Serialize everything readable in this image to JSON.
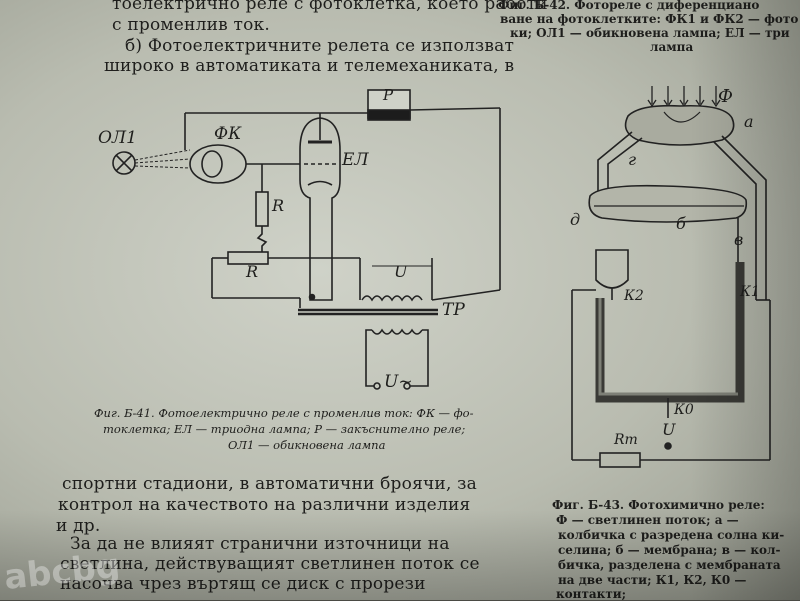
{
  "left_column": {
    "top_lines": [
      "тоелектрично реле с фотоклетка, което работи",
      "с променлив ток.",
      "б) Фотоелектричните релета се използват",
      "широко в автоматиката и телемеханиката, в"
    ],
    "bottom_lines": [
      "спортни стадиони, в автоматични броячи, за",
      "контрол на качеството на различни изделия",
      "и др.",
      "За да не влияят странични източници на",
      "светлина, действуващият светлинен поток се",
      "насочва чрез въртящ се диск с прорези"
    ]
  },
  "right_column": {
    "top_lines": [
      "Фиг. Б-42. Фоторелe с диференциано",
      "ване на фотоклетките: ФК1 и ФК2 — фото",
      "ки; ОЛ1 — обикновена лампа; ЕЛ — три",
      "лампа"
    ]
  },
  "figure_b41": {
    "labels": {
      "ol": "ОЛ1",
      "fk": "ФК",
      "el": "ЕЛ",
      "p": "Р",
      "r_top": "R",
      "r_bottom": "R",
      "u": "U",
      "tp": "ТР",
      "u2": "U~"
    },
    "caption": [
      "Фиг. Б-41. Фотоелектрично реле с променлив ток: ФК — фо-",
      "токлетка; ЕЛ — триодна лампа; Р — закъснително реле;",
      "ОЛ1 — обикновена лампа"
    ]
  },
  "figure_b43": {
    "labels": {
      "f": "Ф",
      "a": "а",
      "g": "г",
      "d": "д",
      "b": "б",
      "v": "в",
      "k1": "К1",
      "k2": "К2",
      "k0": "К0",
      "u": "U",
      "rt": "Rт"
    },
    "caption": [
      "Фиг. Б-43. Фотохимично реле:",
      "Ф — светлинен поток; а —",
      "колбичка с разредена солна ки-",
      "селина; б — мембрана; в — кол-",
      "бичка, разделена с мембраната",
      "на две части; К1, К2, К0 —",
      "контакти;"
    ]
  },
  "watermark": "abcbg"
}
